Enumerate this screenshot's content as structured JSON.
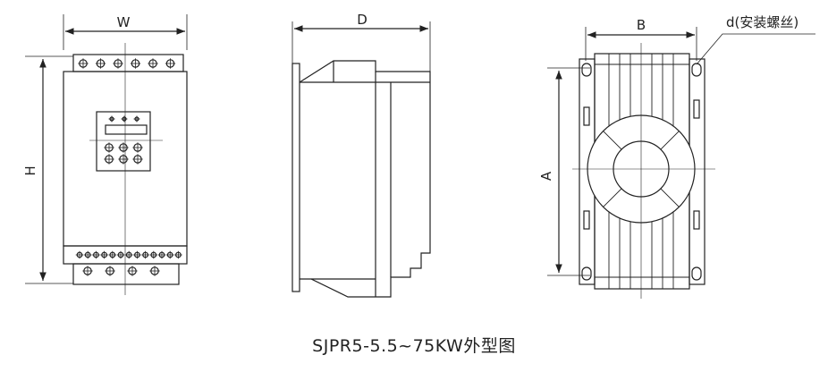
{
  "labels": {
    "front_width": "W",
    "front_height": "H",
    "side_depth": "D",
    "back_width": "B",
    "back_height": "A",
    "mount_hole": "d(安装螺丝)"
  },
  "caption": "SJPR5-5.5~75KW外型图"
}
